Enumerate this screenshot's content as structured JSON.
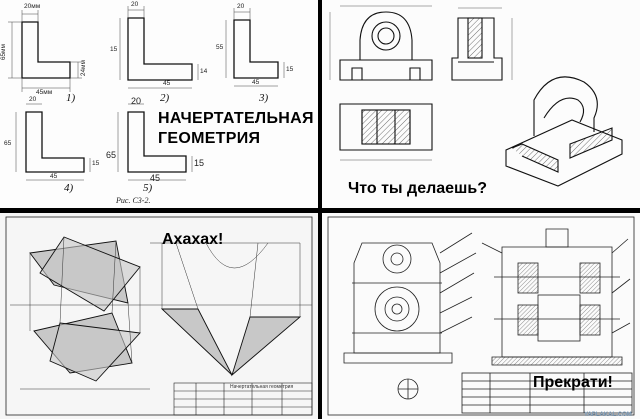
{
  "panels": {
    "top_left": {
      "caption": "НАЧЕРТАТЕЛЬНАЯ\nГЕОМЕТРИЯ",
      "figure_caption": "Рис. С3-2.",
      "figure_numbers": [
        "1)",
        "2)",
        "3)",
        "4)",
        "5)"
      ],
      "dimensions": [
        "20мм",
        "65мм",
        "45мм",
        "24мм",
        "20",
        "15",
        "45",
        "14",
        "20",
        "55",
        "45",
        "15",
        "20",
        "65",
        "45",
        "15",
        "20",
        "65",
        "45",
        "15"
      ]
    },
    "top_right": {
      "caption": "Что ты делаешь?"
    },
    "bottom_left": {
      "caption": "Ахахах!",
      "title_block": "Начертательная геометрия"
    },
    "bottom_right": {
      "caption": "Прекрати!",
      "watermark": "YAPLAKAL.COM"
    }
  },
  "colors": {
    "border": "#000000",
    "ink": "#111111",
    "hatch": "#333333",
    "fill_gray": "#c8c8c8"
  }
}
